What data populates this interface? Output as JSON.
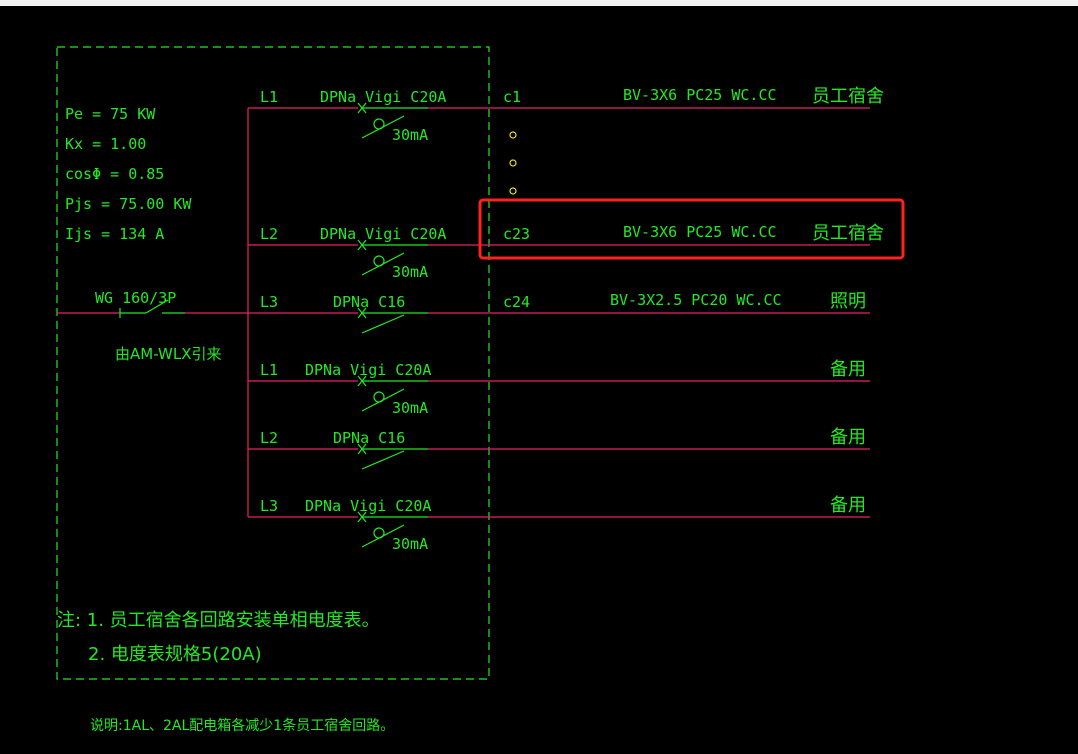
{
  "colors": {
    "background": "#000000",
    "wire": "#e8206a",
    "symbol": "#23e823",
    "frame": "#23e823",
    "highlight": "#ff2020"
  },
  "params": [
    {
      "text": "Pe = 75 KW"
    },
    {
      "text": "Kx = 1.00"
    },
    {
      "text": "cosΦ = 0.85"
    },
    {
      "text": "Pjs = 75.00 KW"
    },
    {
      "text": "Ijs = 134 A"
    }
  ],
  "main_breaker": {
    "label": "WG 160/3P",
    "source": "由AM-WLX引来"
  },
  "circuits": [
    {
      "phase": "L1",
      "breaker": "DPNa Vigi C20A",
      "rcd": "30mA",
      "id": "c1",
      "cable": "BV-3X6 PC25 WC.CC",
      "use": "员工宿舍"
    },
    {
      "phase": "L2",
      "breaker": "DPNa Vigi C20A",
      "rcd": "30mA",
      "id": "c23",
      "cable": "BV-3X6 PC25 WC.CC",
      "use": "员工宿舍"
    },
    {
      "phase": "L3",
      "breaker": "DPNa C16",
      "rcd": "",
      "id": "c24",
      "cable": "BV-3X2.5 PC20 WC.CC",
      "use": "照明"
    },
    {
      "phase": "L1",
      "breaker": "DPNa Vigi C20A",
      "rcd": "30mA",
      "id": "",
      "cable": "",
      "use": "备用"
    },
    {
      "phase": "L2",
      "breaker": "DPNa C16",
      "rcd": "",
      "id": "",
      "cable": "",
      "use": "备用"
    },
    {
      "phase": "L3",
      "breaker": "DPNa Vigi C20A",
      "rcd": "30mA",
      "id": "",
      "cable": "",
      "use": "备用"
    }
  ],
  "notes": {
    "line1": "注: 1. 员工宿舍各回路安装单相电度表。",
    "line2": "2. 电度表规格5(20A)"
  },
  "footer": "说明:1AL、2AL配电箱各减少1条员工宿舍回路。",
  "highlight_circuit_index": 1
}
